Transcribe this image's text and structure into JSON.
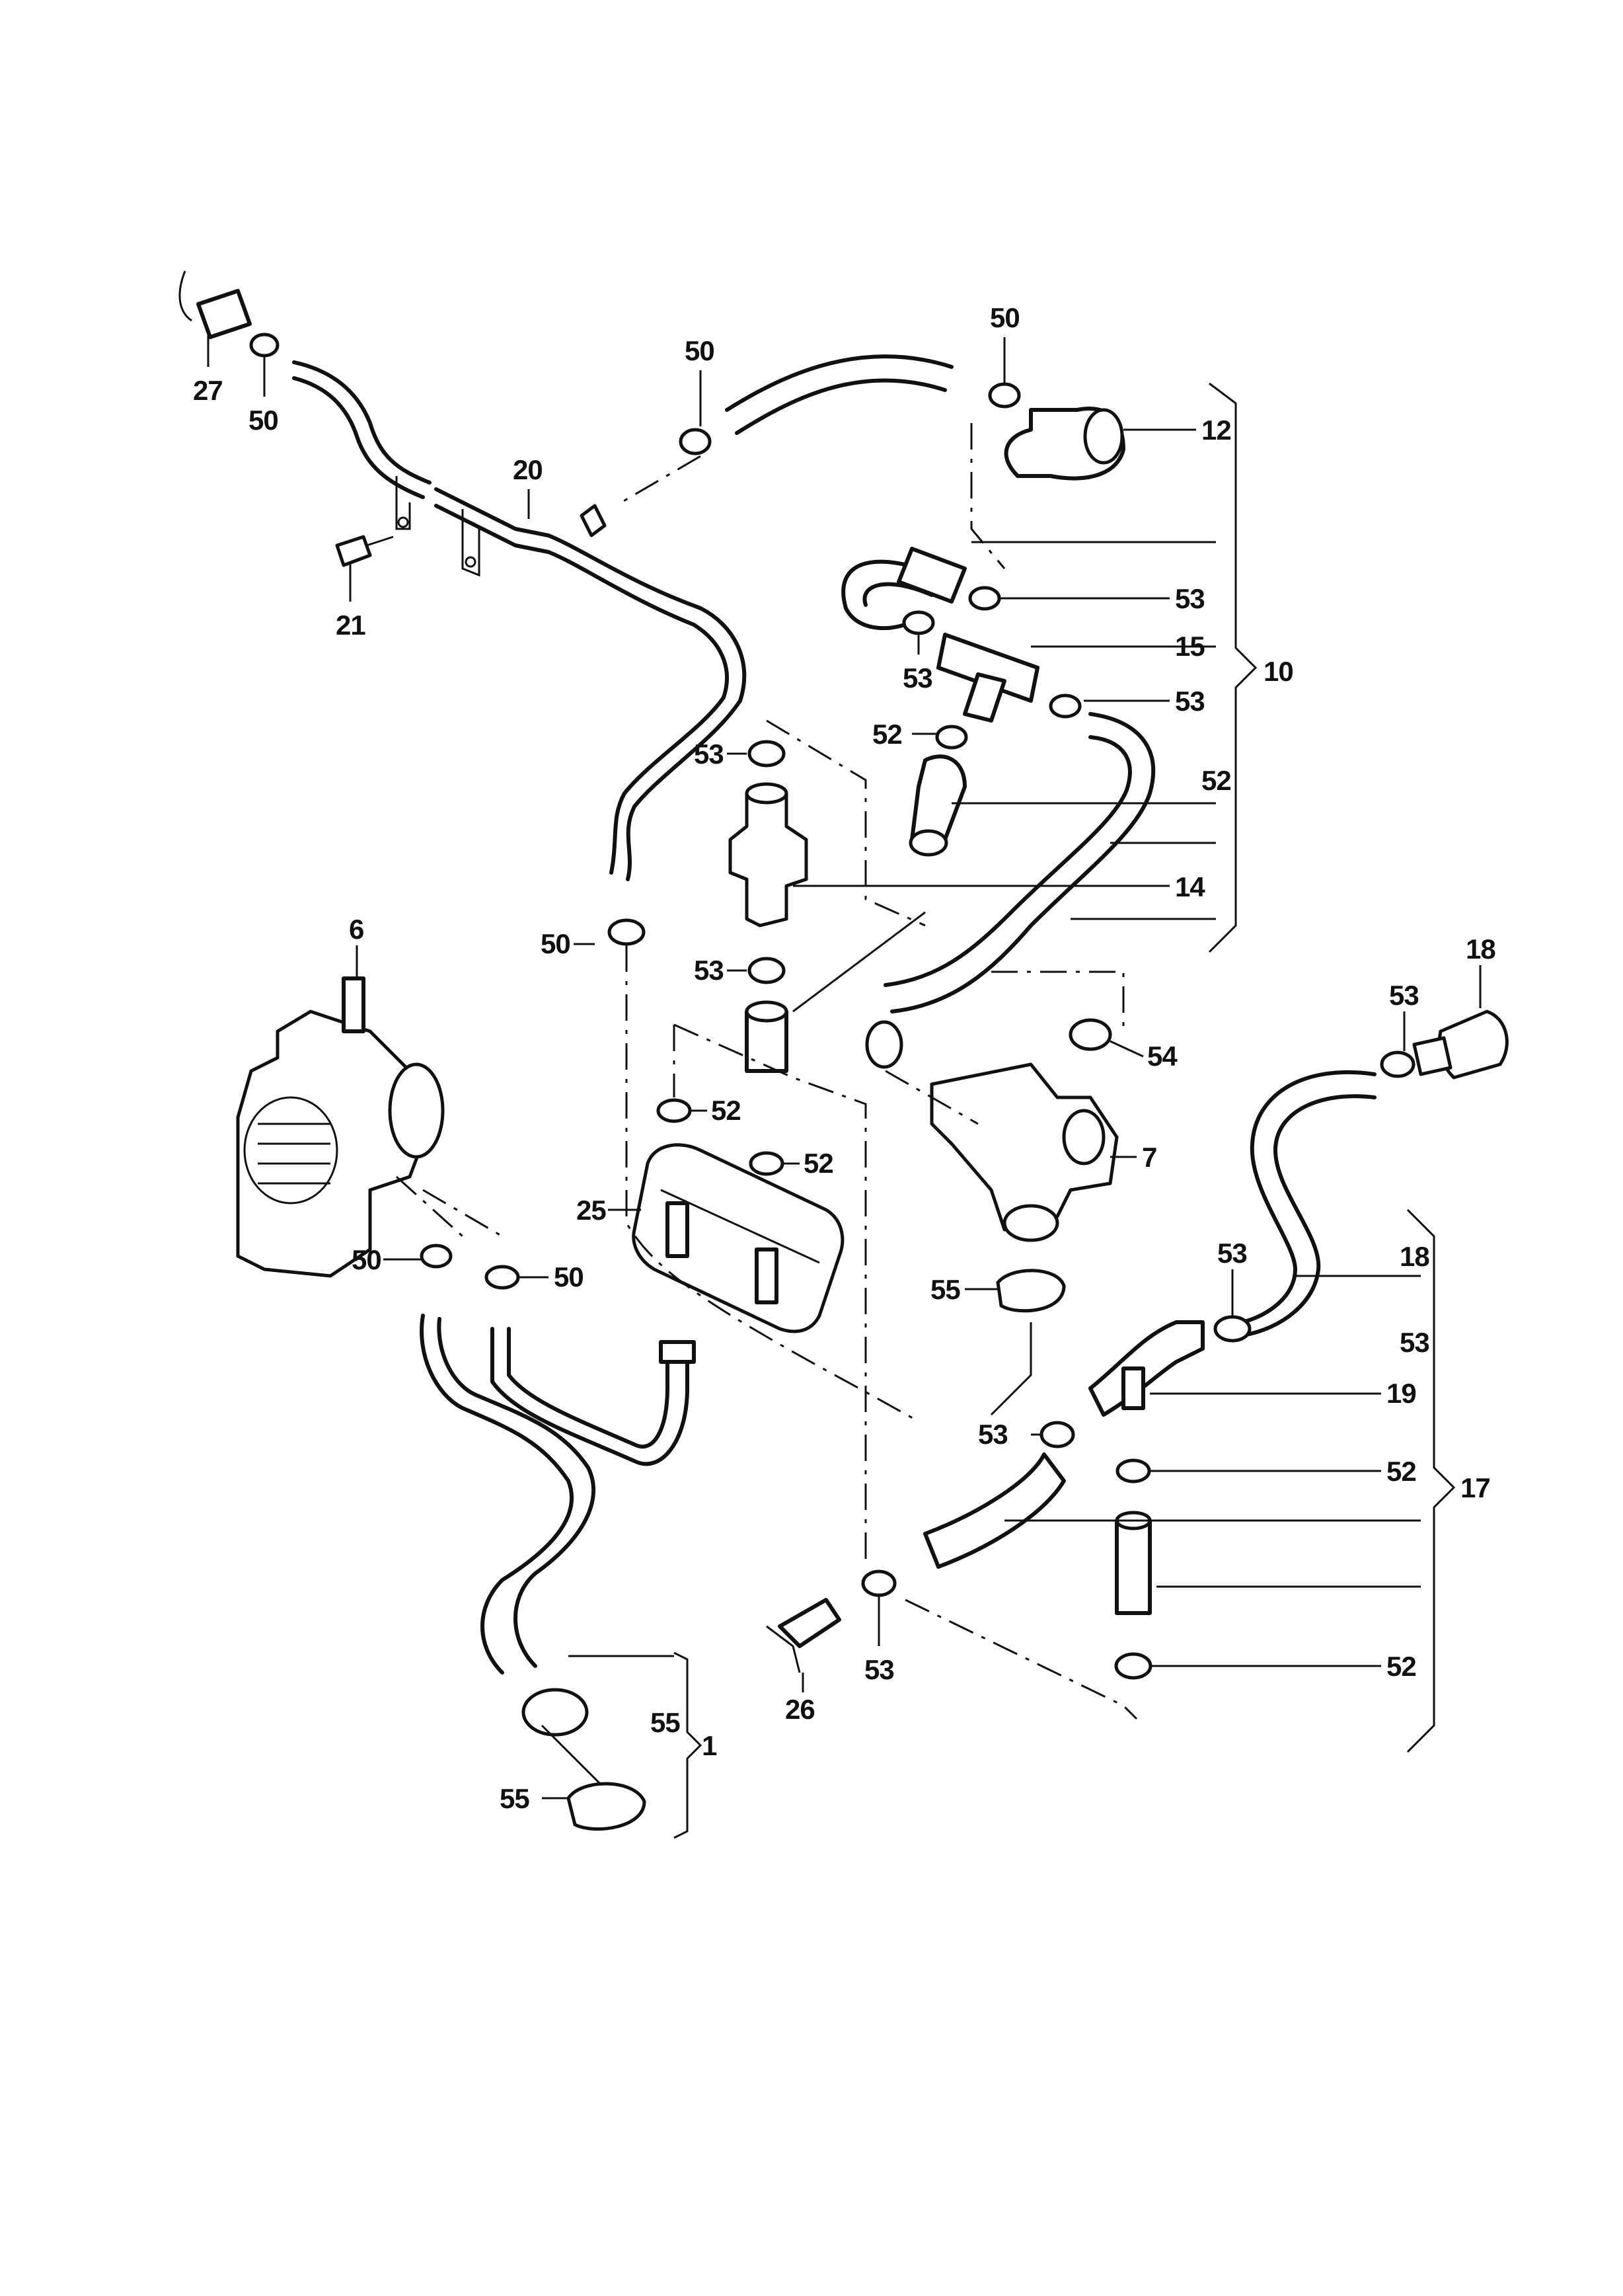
{
  "callouts": {
    "c1": "1",
    "c6": "6",
    "c7": "7",
    "c10": "10",
    "c12": "12",
    "c14": "14",
    "c15": "15",
    "c17": "17",
    "c18_top": "18",
    "c18_mid": "18",
    "c19": "19",
    "c20": "20",
    "c21": "21",
    "c25": "25",
    "c26": "26",
    "c27": "27",
    "c50_a": "50",
    "c50_b": "50",
    "c50_c": "50",
    "c50_d": "50",
    "c50_e": "50",
    "c50_f": "50",
    "c52_a": "52",
    "c52_b": "52",
    "c52_c": "52",
    "c52_d": "52",
    "c52_e": "52",
    "c52_f": "52",
    "c53_a": "53",
    "c53_b": "53",
    "c53_c": "53",
    "c53_d": "53",
    "c53_e": "53",
    "c53_f": "53",
    "c53_g": "53",
    "c53_h": "53",
    "c53_i": "53",
    "c53_j": "53",
    "c54": "54",
    "c55_a": "55",
    "c55_b": "55",
    "c55_c": "55"
  }
}
